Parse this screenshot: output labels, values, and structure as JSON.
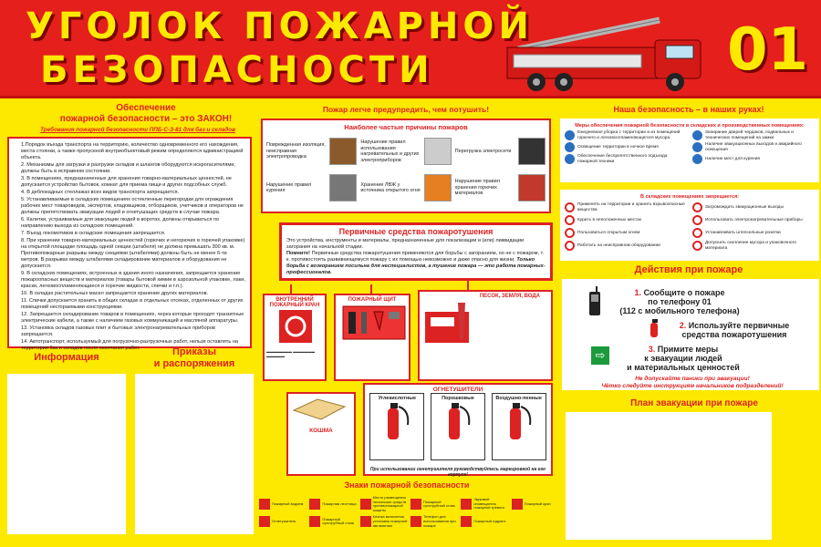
{
  "header": {
    "line1": "УГОЛОК ПОЖАРНОЙ",
    "line2": "БЕЗОПАСНОСТИ",
    "number": "01"
  },
  "law": {
    "title1": "Обеспечение",
    "title2": "пожарной безопасности – это ЗАКОН!",
    "subtitle": "Требования пожарной безопасности ППБ-С-З-81 для баз и складов",
    "items": [
      "1.Порядок въезда транспорта на территорию, количество одновременного его нахождения, места стоянки, а также пропускной внутриобъектовый режим определяются администрацией объекта.",
      "2. Механизмы для загрузки и разгрузки складов и шлангов оборудуются искрогасителями, должны быть в исправном состоянии.",
      "3. В помещениях, предназначенных для хранения товарно-материальных ценностей, не допускается устройство бытовок, комнат для приема пищи и других подсобных служб.",
      "4. В деблокадных стеллажах всех видов транспорта запрещается.",
      "5. Устанавливаемые в складских помещениях остекленные перегородки для ограждения рабочих мест товароведов, экспертов, кладовщиков, отборщиков, учетчиков и операторов не должны препятствовать эвакуации людей и огнетушащих средств в случае пожара.",
      "6. Калитки, устраиваемые для эвакуации людей в воротах, должны открываться по направлению выхода из складских помещений.",
      "7. Въезд локомотивов в складские помещения запрещается.",
      "8. При хранении товарно-материальных ценностей (горючих и негорючих в горючей упаковке) на открытой площадке площадь одной секции (штабеля) не должна превышать 300 кв. м. Противопожарные разрывы между секциями (штабелями) должны быть не менее 6-ти метров. В разрывах между штабелями складирование материалов и оборудования не допускается.",
      "9. В складских помещениях, встроенных в здания иного назначения, запрещается хранение пожароопасных веществ и материалов (товары бытовой химии в аэрозольной упаковке, лаки, краски, легковоспламеняющиеся и горючие жидкости, спички и т.п.).",
      "10. В складах растительных масел запрещается хранение других материалов.",
      "11. Спички допускается хранить в общих складах в отдельных отсеках, отделенных от других помещений несгораемыми конструкциями.",
      "12. Запрещается складирование товаров в помещениях, через которые проходят транзитные электрические кабели, а также с наличием газовых коммуникаций и масляной аппаратуры.",
      "13. Установка складов газовых плит и бытовых электронагревательных приборов запрещается.",
      "14. Автотранспорт, используемый для погрузочно-разгрузочных работ, нельзя оставлять на территории баз и складов после окончания работ."
    ]
  },
  "info": {
    "label": "Информация"
  },
  "orders": {
    "label1": "Приказы",
    "label2": "и распоряжения"
  },
  "prevent": {
    "title": "Пожар легче предупредить, чем потушить!",
    "causes_title": "Наиболее частые причины пожаров",
    "causes": [
      "Поврежденная изоляция, неисправная электропроводка",
      "Нарушение правил использования нагревательных и других электроприборов",
      "Перегрузка электросети",
      "Нарушение правил курения",
      "Хранение ЛВЖ у источника открытого огня",
      "Нарушение правил хранения горючих материалов"
    ]
  },
  "primary": {
    "title": "Первичные средства пожаротушения",
    "text": "Это устройства, инструменты и материалы, предназначенные для локализации и (или) ликвидации загорания на начальной стадии.",
    "note_head": "Помните!",
    "note": "Первичные средства пожаротушения применяются для борьбы с загоранием, но не с пожаром, т. к. противостоять развивающемуся пожару с их помощью невозможно и даже опасно для жизни.",
    "note_bold": "Только борьба с возгоранием посильна для неспециалистов, а тушение пожара — это работа пожарных-профессионалов."
  },
  "tools": {
    "crane": "ВНУТРЕННИЙ ПОЖАРНЫЙ КРАН",
    "shield": "ПОЖАРНЫЙ ЩИТ",
    "sand": "ПЕСОК, ЗЕМЛЯ, ВОДА",
    "felt": "КОШМА",
    "ext_title": "ОГНЕТУШИТЕЛИ",
    "ext": [
      "Углекислотные",
      "Порошковые",
      "Воздушно-пенные"
    ],
    "ext_note": "При использовании огнетушителя руководствуйтесь маркировкой на его корпусе!"
  },
  "ours": {
    "title": "Наша безопасность – в наших руках!",
    "box_title": "Меры обеспечения пожарной безопасности в складских и производственных помещениях:",
    "measures": [
      "Ежедневная уборка с территории и из помещений горючего и легковоспламеняющегося мусора",
      "Запирание дверей чердаков, подвальных и технических помещений на замки",
      "Освещение территории в ночное время",
      "Наличие эвакуационных выходов и аварийного освещения",
      "Обеспечение беспрепятственного подъезда пожарной техники",
      "Наличие мест для курения"
    ],
    "forbid_title": "В складских помещениях запрещается:",
    "forbid": [
      "Применять на территории и хранить взрывоопасные вещества",
      "Загромождать эвакуационные выходы",
      "Курить в неположенных местах",
      "Использовать электронагревательные приборы",
      "Пользоваться открытым огнем",
      "Устанавливать штепсельные розетки",
      "Работать на неисправном оборудовании",
      "Допускать скопление мусора и упаковочного материала"
    ]
  },
  "actions": {
    "title": "Действия при пожаре",
    "s1": "Сообщите о пожаре",
    "s1b": "по телефону 01",
    "s1c": "(112 с мобильного телефона)",
    "n2": "2.",
    "s2": "Используйте первичные",
    "s2b": "средства пожаротушения",
    "n3": "3.",
    "s3": "Примите меры",
    "s3b": "к эвакуации людей",
    "s3c": "и материальных ценностей",
    "warn1": "Не допускайте паники при эвакуации!",
    "warn2": "Чётко следуйте инструкциям начальников подразделений!"
  },
  "evac": {
    "title": "План эвакуации при пожаре"
  },
  "signs": {
    "title": "Знаки пожарной безопасности",
    "items": [
      "Пожарный водоем",
      "Пожарная лестница",
      "Место размещения нескольких средств противопожарной защиты",
      "Пожарный сухотрубный стояк",
      "Звуковой оповещатель пожарной тревоги",
      "Пожарный кран",
      "Огнетушитель",
      "Пожарный сухотрубный стояк",
      "Кнопка включения установок пожарной автоматики",
      "Телефон для использования при пожаре",
      "Пожарный гидрант"
    ]
  },
  "colors": {
    "red": "#e41f1c",
    "yellow": "#fde900"
  }
}
